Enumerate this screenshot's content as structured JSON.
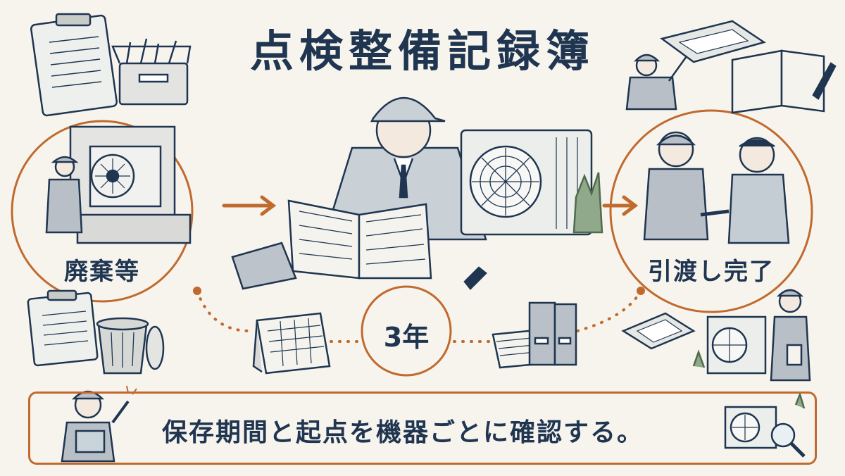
{
  "title": "点検整備記録簿",
  "left_label": "廃棄等",
  "right_label": "引渡し完了",
  "center_label": "3年",
  "banner_text": "保存期間と起点を機器ごとに確認する。",
  "colors": {
    "ink": "#1f3550",
    "accent": "#c06a2e",
    "background": "#f7f4ee"
  }
}
